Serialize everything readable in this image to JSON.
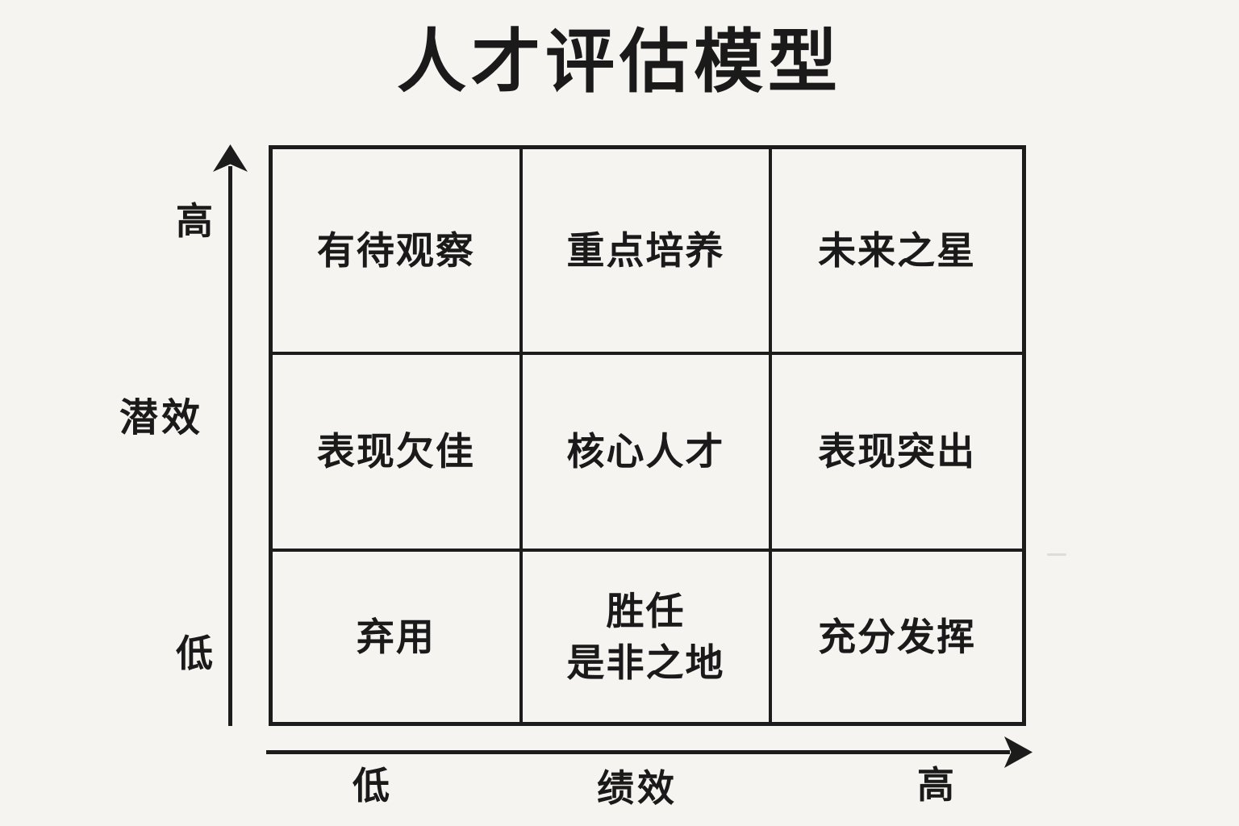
{
  "title": "人才评估模型",
  "matrix": {
    "rows": [
      {
        "cells": [
          {
            "label": "有待观察"
          },
          {
            "label": "重点培养"
          },
          {
            "label": "未来之星"
          }
        ]
      },
      {
        "cells": [
          {
            "label": "表现欠佳"
          },
          {
            "label": "核心人才"
          },
          {
            "label": "表现突出"
          }
        ]
      },
      {
        "cells": [
          {
            "label": "弃用"
          },
          {
            "line1": "胜任",
            "line2": "是非之地"
          },
          {
            "label": "充分发挥"
          }
        ]
      }
    ]
  },
  "y_axis": {
    "name": "潜效",
    "high_label": "高",
    "low_label": "低"
  },
  "x_axis": {
    "name": "绩效",
    "low_label": "低",
    "high_label": "高"
  },
  "colors": {
    "bg": "#f5f4f1",
    "line": "#1c1c1c",
    "text": "#1a1a1a"
  }
}
